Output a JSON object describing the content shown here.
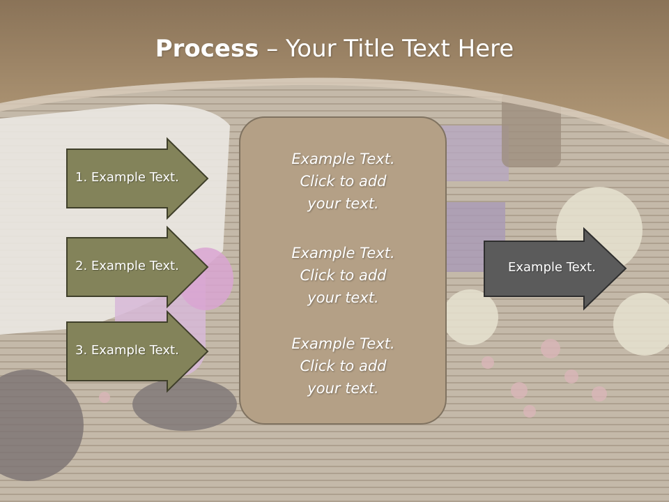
{
  "slide": {
    "title_bold": "Process",
    "title_rest": " – Your Title Text Here"
  },
  "left_arrows": [
    {
      "label": "1. Example Text."
    },
    {
      "label": "2. Example Text."
    },
    {
      "label": "3. Example Text."
    }
  ],
  "center_box": {
    "blocks": [
      {
        "lines": [
          "Example Text.",
          "Click  to add",
          "your text."
        ]
      },
      {
        "lines": [
          "Example Text.",
          "Click  to add",
          "your text."
        ]
      },
      {
        "lines": [
          "Example Text.",
          "Click  to add",
          "your text."
        ]
      }
    ]
  },
  "right_arrow": {
    "label": "Example Text."
  },
  "colors": {
    "header": "#a68d6d",
    "arrow_olive": "#83835a",
    "arrow_dark": "#5b5b5b",
    "box_fill": "#b4a086",
    "box_border": "#7f7260"
  }
}
